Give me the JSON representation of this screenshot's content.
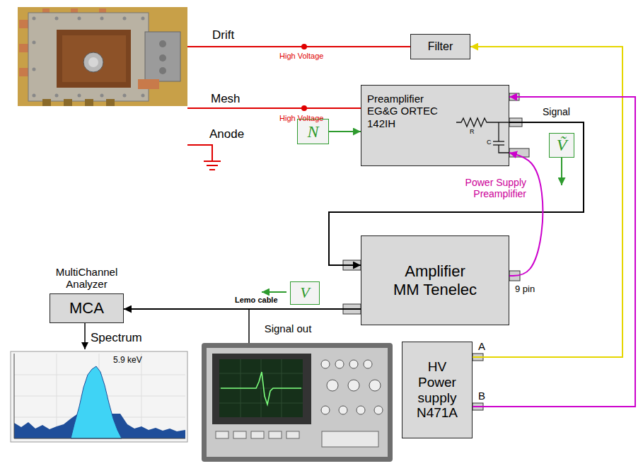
{
  "diagram": {
    "nodes": [
      {
        "text": [
          "Filter"
        ]
      },
      {
        "text": [
          "Preamplifier EG&G ORTEC 142IH"
        ]
      },
      {
        "text": [
          "N"
        ]
      },
      {
        "text": [
          "Ṽ"
        ]
      },
      {
        "text": [
          "Amplifier MM Tenelec"
        ]
      },
      {
        "text": [
          "V"
        ]
      },
      {
        "text": [
          "MultiChannel Analyzer",
          "MCA"
        ]
      },
      {
        "text": [
          "HV Power supply N471A"
        ]
      }
    ],
    "edges": [
      {
        "from": 7,
        "to": 0,
        "arrow": "to"
      },
      {
        "from": 7,
        "to": 1,
        "arrow": "to"
      },
      {
        "from": 1,
        "to": 4,
        "label": "Signal",
        "arrow": "to"
      },
      {
        "from": 4,
        "to": 1,
        "label": "Power Supply Preamplifier",
        "arrow": "to"
      },
      {
        "from": 4,
        "to": 6,
        "label": "Lemo cable",
        "arrow": "to"
      },
      {
        "from": 2,
        "to": 1,
        "arrow": "to"
      }
    ],
    "labels": [
      "Drift",
      "High Voltage",
      "Mesh",
      "High Voltage",
      "Anode",
      "R",
      "C",
      "9 pin",
      "Spectrum",
      "5.9 keV",
      "Signal out",
      "A",
      "B"
    ]
  }
}
